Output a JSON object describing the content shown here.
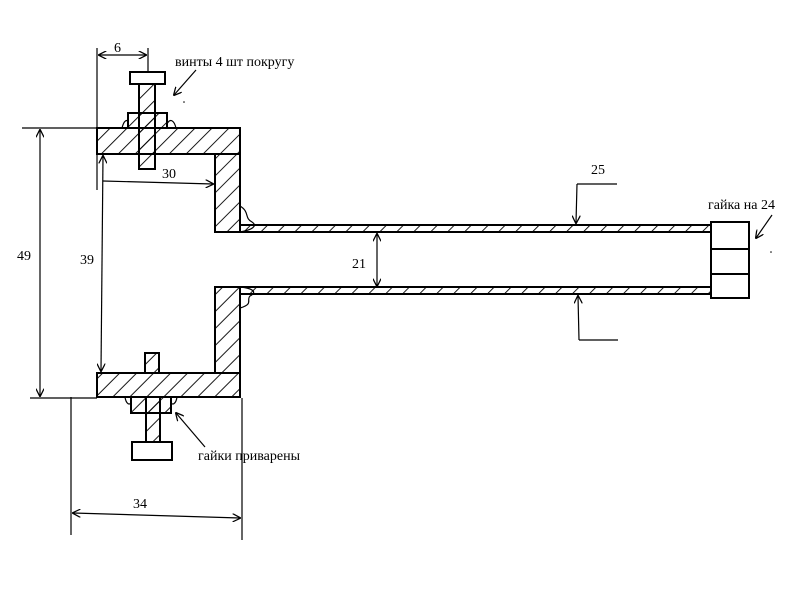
{
  "labels": {
    "screws": "винты 4 шт покругу",
    "nut_size": "гайка на 24",
    "nuts_welded": "гайки приварены"
  },
  "dimensions": {
    "screw_offset": "6",
    "inner_depth": "30",
    "outer_height": "49",
    "inner_height": "39",
    "flange_width": "34",
    "tube_outer": "25",
    "tube_inner": "21"
  },
  "colors": {
    "ink": "#000000",
    "paper": "#ffffff"
  }
}
